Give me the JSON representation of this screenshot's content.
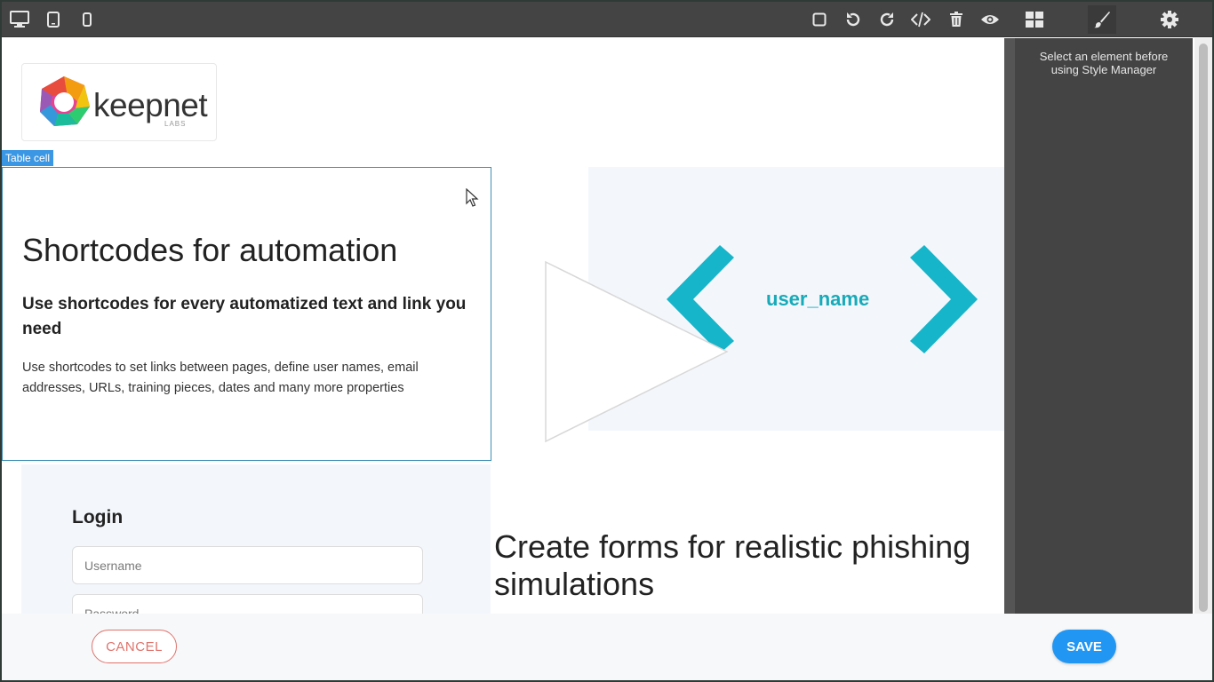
{
  "toolbar": {
    "left_icons": [
      "desktop-icon",
      "tablet-icon",
      "mobile-icon"
    ],
    "right_icons": [
      "square-outline-icon",
      "undo-icon",
      "redo-icon",
      "code-icon",
      "trash-icon",
      "eye-icon"
    ],
    "panel_icons": [
      "blocks-icon",
      "brush-icon",
      "gear-icon"
    ]
  },
  "side_panel": {
    "message_line1": "Select an element before",
    "message_line2": "using Style Manager"
  },
  "logo": {
    "word": "keepnet",
    "sub": "LABS"
  },
  "selection": {
    "badge": "Table cell"
  },
  "content": {
    "heading": "Shortcodes for automation",
    "subheading": "Use shortcodes for every automatized text and link you need",
    "paragraph": "Use shortcodes to set links between pages, define user names, email addresses, URLs, training pieces, dates and many more properties",
    "shortcode": "user_name",
    "forms_heading": "Create forms for realistic phishing simulations"
  },
  "login": {
    "title": "Login",
    "username_placeholder": "Username",
    "password_placeholder": "Password"
  },
  "footer": {
    "cancel_label": "CANCEL",
    "save_label": "SAVE"
  },
  "colors": {
    "toolbar_bg": "#444444",
    "accent_teal": "#17aab8",
    "save_blue": "#2196f3",
    "cancel_red": "#e0736c",
    "selection_blue": "#3b97e3"
  }
}
